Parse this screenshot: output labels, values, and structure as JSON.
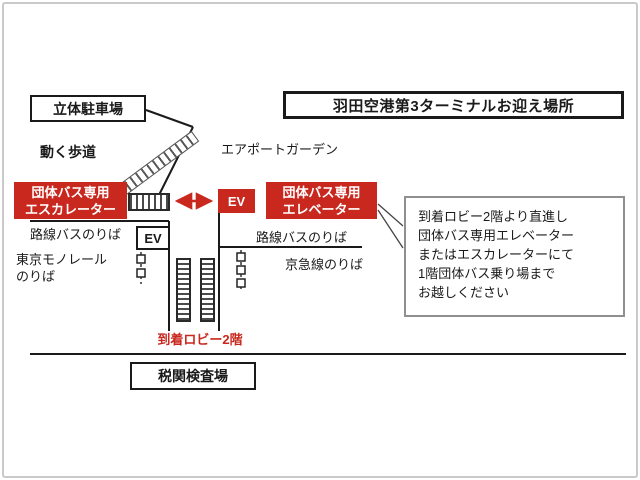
{
  "title": "羽田空港第3ターミナルお迎え場所",
  "map": {
    "parking": "立体駐車場",
    "moving_walkway": "動く歩道",
    "airport_garden": "エアポートガーデン",
    "escalator": {
      "line1": "団体バス専用",
      "line2": "エスカレーター"
    },
    "elevator": {
      "line1": "団体バス専用",
      "line2": "エレベーター"
    },
    "ev_red": "EV",
    "ev_black": "EV",
    "route_bus_left": "路線バスのりば",
    "route_bus_right": "路線バスのりば",
    "monorail": {
      "line1": "東京モノレール",
      "line2": "のりば"
    },
    "keikyu": "京急線のりば",
    "arrival_lobby": "到着ロビー2階",
    "customs": "税関検査場"
  },
  "info_box": {
    "lines": [
      "到着ロビー2階より直進し",
      "団体バス専用エレベーター",
      "またはエスカレーターにて",
      "1階団体バス乗り場まで",
      "お越しください"
    ]
  },
  "colors": {
    "accent_red": "#c8281e",
    "line_black": "#1a1a1a",
    "frame_gray": "#c9c9c9"
  }
}
